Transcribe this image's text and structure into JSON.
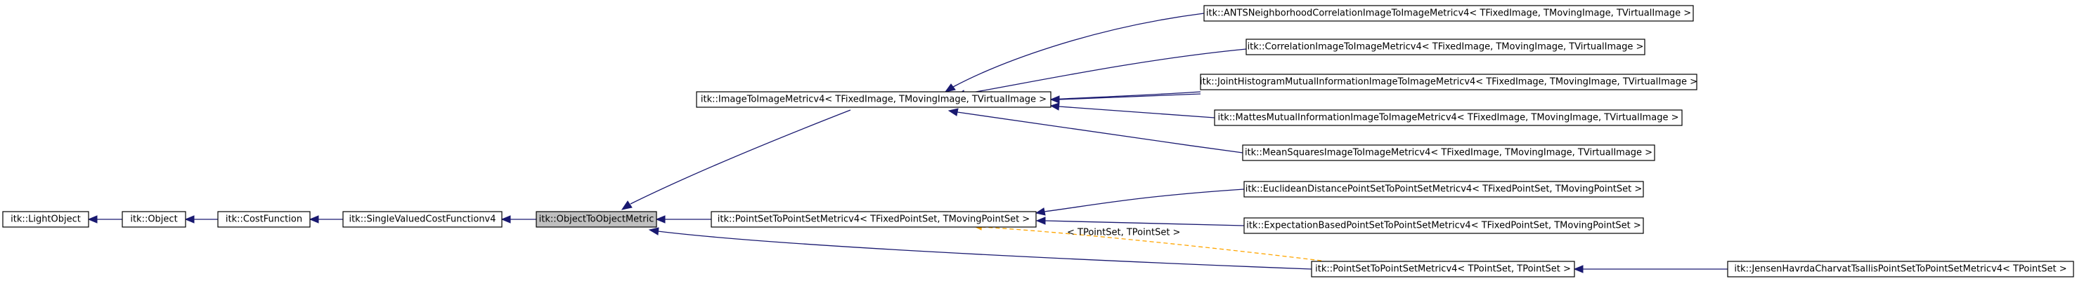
{
  "diagram": {
    "nodes": {
      "light_object": "itk::LightObject",
      "object": "itk::Object",
      "cost_function": "itk::CostFunction",
      "single_valued_cost_function": "itk::SingleValuedCostFunctionv4",
      "object_to_object_metric": "itk::ObjectToObjectMetric",
      "image_to_image_metric": "itk::ImageToImageMetricv4< TFixedImage, TMovingImage, TVirtualImage >",
      "point_set_to_point_set_metric": "itk::PointSetToPointSetMetricv4< TFixedPointSet, TMovingPointSet >",
      "point_set_to_point_set_metric_tpointset": "itk::PointSetToPointSetMetricv4< TPointSet, TPointSet >",
      "ants_neighborhood_correlation": "itk::ANTSNeighborhoodCorrelationImageToImageMetricv4< TFixedImage, TMovingImage, TVirtualImage >",
      "correlation": "itk::CorrelationImageToImageMetricv4< TFixedImage, TMovingImage, TVirtualImage >",
      "joint_histogram_mutual_information": "itk::JointHistogramMutualInformationImageToImageMetricv4< TFixedImage, TMovingImage, TVirtualImage >",
      "mattes_mutual_information": "itk::MattesMutualInformationImageToImageMetricv4< TFixedImage, TMovingImage, TVirtualImage >",
      "mean_squares": "itk::MeanSquaresImageToImageMetricv4< TFixedImage, TMovingImage, TVirtualImage >",
      "euclidean_distance": "itk::EuclideanDistancePointSetToPointSetMetricv4< TFixedPointSet, TMovingPointSet >",
      "expectation_based": "itk::ExpectationBasedPointSetToPointSetMetricv4< TFixedPointSet, TMovingPointSet >",
      "jensen_havrda_charvat_tsallis": "itk::JensenHavrdaCharvatTsallisPointSetToPointSetMetricv4< TPointSet >"
    },
    "edge_labels": {
      "template_instantiation": "< TPointSet, TPointSet >"
    },
    "colors": {
      "inheritance_edge": "#191970",
      "template_edge": "#ffa500",
      "highlight_fill": "#bfbfbf"
    }
  }
}
